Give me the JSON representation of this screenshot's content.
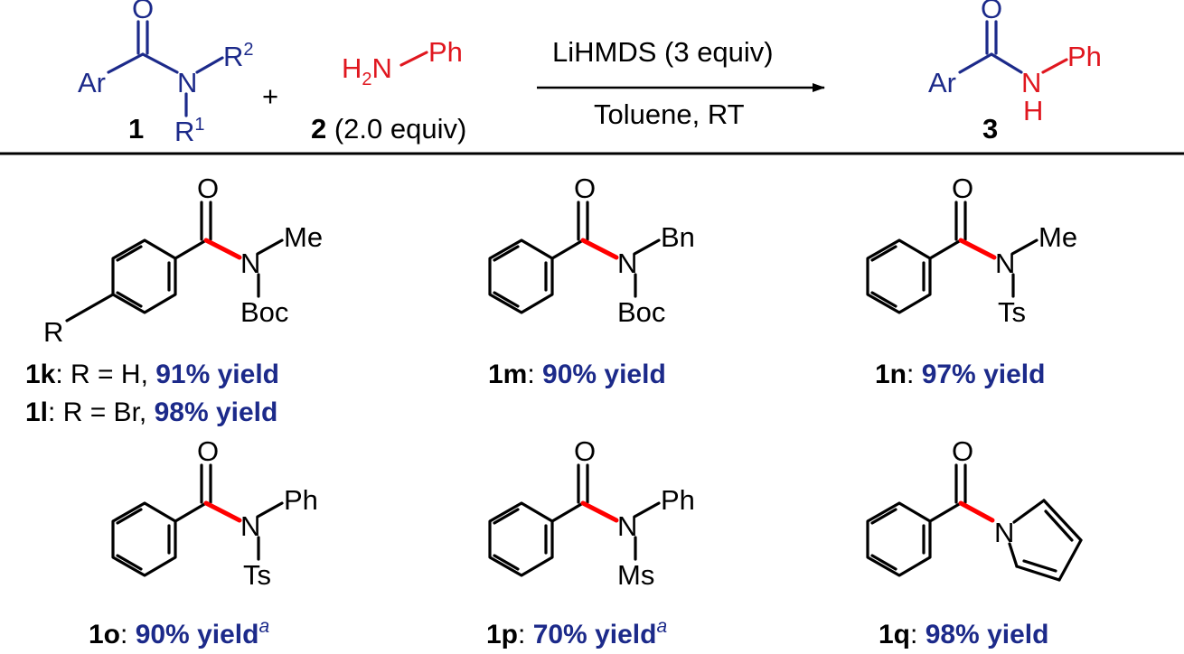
{
  "colors": {
    "blue": "#1c2a8a",
    "red": "#e0171f",
    "highlight": "#ff0000"
  },
  "reaction": {
    "reactant1": {
      "atoms": {
        "O": "O",
        "N": "N",
        "Ar": "Ar",
        "R2": "R",
        "R2_sup": "2",
        "R1": "R",
        "R1_sup": "1"
      },
      "number": "1"
    },
    "plus": "+",
    "reactant2": {
      "atoms": {
        "H2N": "H",
        "sub2": "2",
        "N": "N",
        "Ph": "Ph"
      },
      "number": "2",
      "equiv": " (2.0 equiv)"
    },
    "conditions": {
      "above": "LiHMDS (3 equiv)",
      "below": "Toluene, RT"
    },
    "product": {
      "atoms": {
        "O": "O",
        "Ar": "Ar",
        "N": "N",
        "H": "H",
        "Ph": "Ph"
      },
      "number": "3"
    }
  },
  "substrates": [
    {
      "id": "1k",
      "R": "R",
      "N_sub": "Me",
      "N_prot": "Boc",
      "lines": [
        {
          "code": "1k",
          "text": ": R = H, ",
          "yield": "91% yield",
          "sup": ""
        },
        {
          "code": "1l",
          "text": ": R = Br, ",
          "yield": "98% yield",
          "sup": ""
        }
      ]
    },
    {
      "id": "1m",
      "N_sub": "Bn",
      "N_prot": "Boc",
      "code": "1m",
      "text": ": ",
      "yield": "90% yield",
      "sup": ""
    },
    {
      "id": "1n",
      "N_sub": "Me",
      "N_prot": "Ts",
      "code": "1n",
      "text": ": ",
      "yield": "97% yield",
      "sup": ""
    },
    {
      "id": "1o",
      "N_sub": "Ph",
      "N_prot": "Ts",
      "code": "1o",
      "text": ": ",
      "yield": "90% yield",
      "sup": "a"
    },
    {
      "id": "1p",
      "N_sub": "Ph",
      "N_prot": "Ms",
      "code": "1p",
      "text": ": ",
      "yield": "70% yield",
      "sup": "a"
    },
    {
      "id": "1q",
      "ring_N": "N",
      "code": "1q",
      "text": ": ",
      "yield": "98% yield",
      "sup": ""
    }
  ],
  "atom_O": "O",
  "atom_N": "N"
}
